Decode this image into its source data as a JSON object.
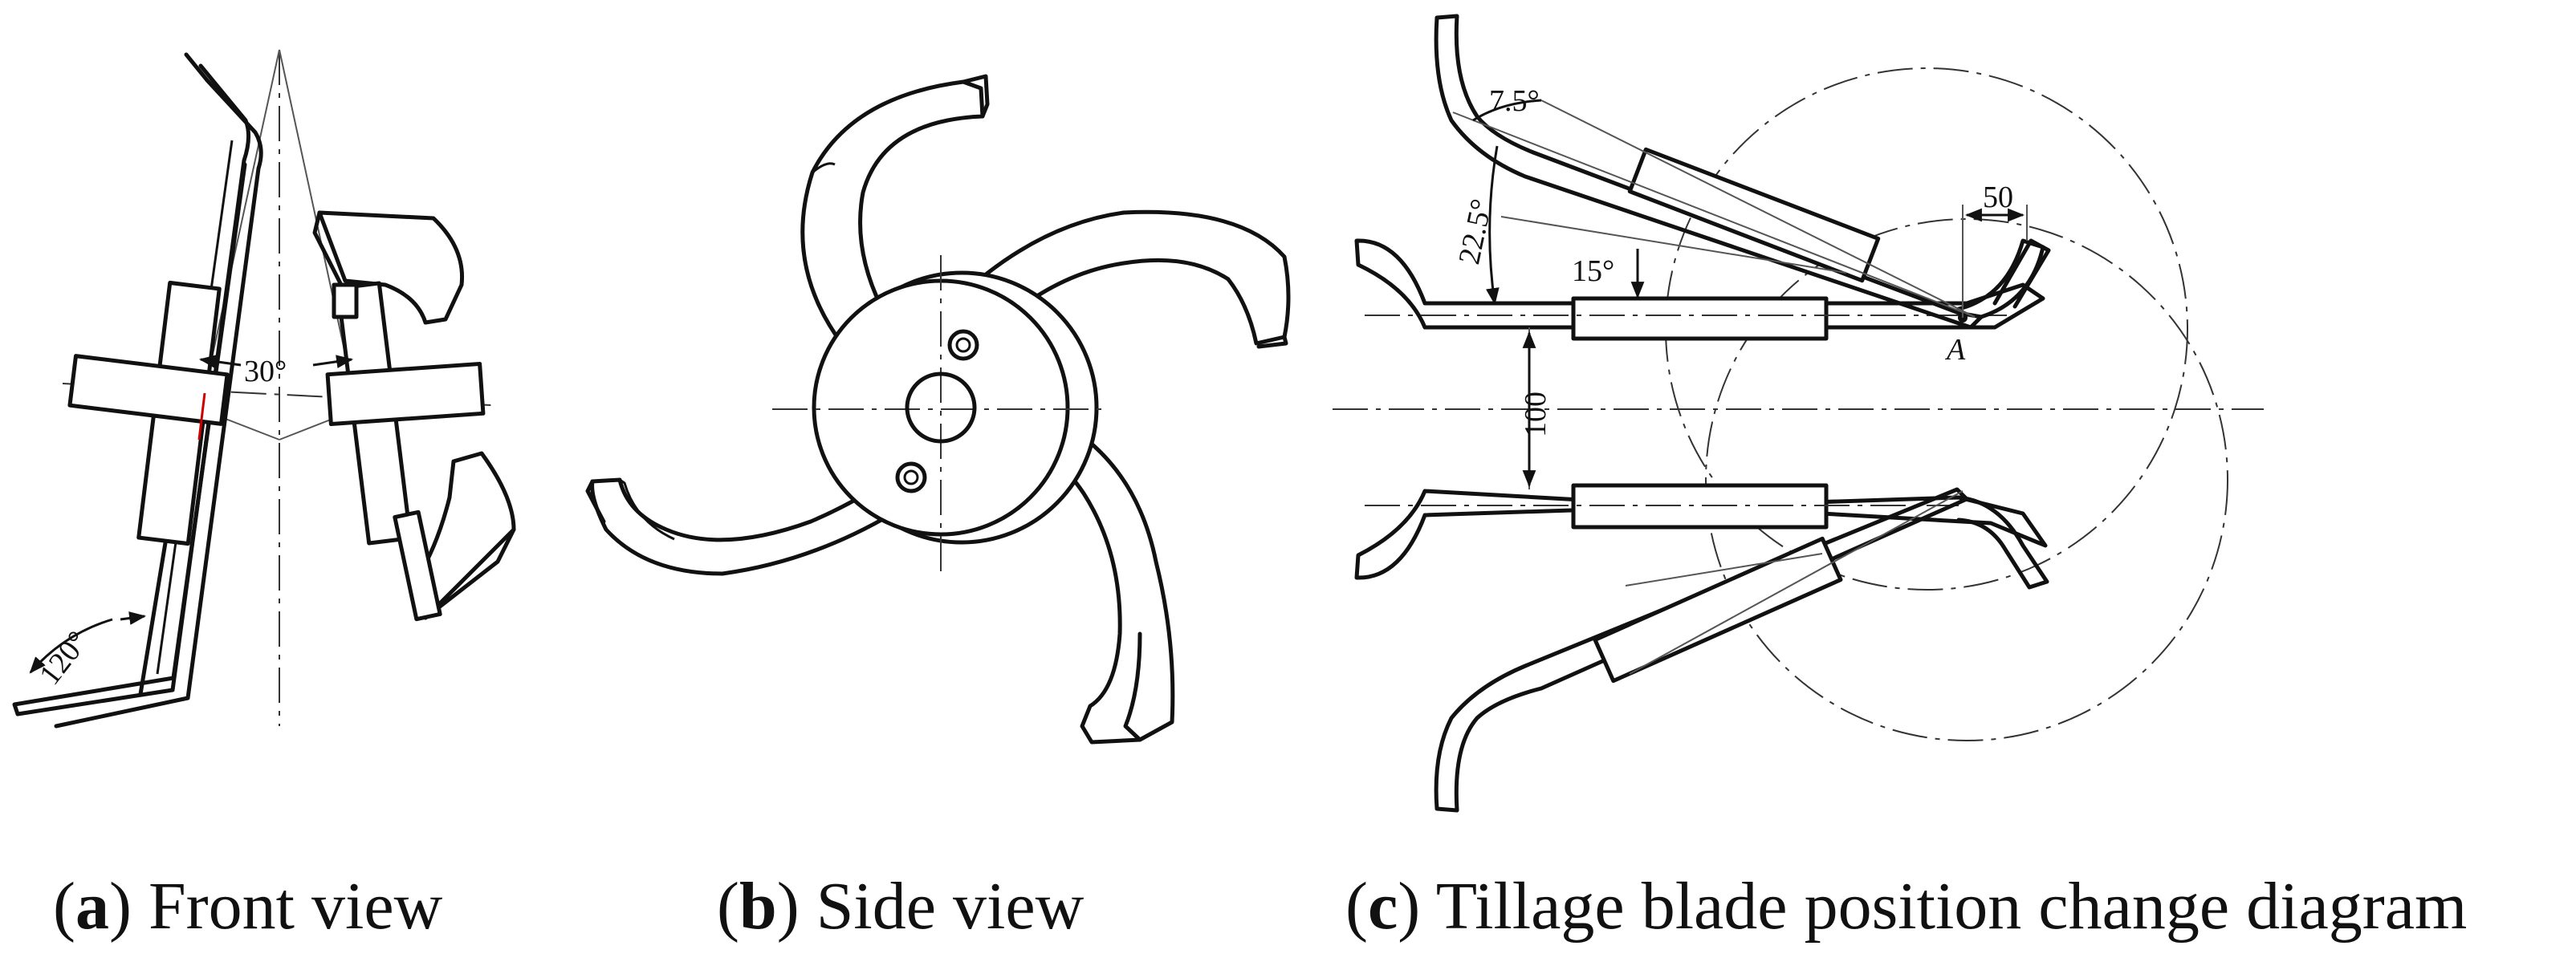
{
  "panels": {
    "a": {
      "letter": "a",
      "caption": "Front view",
      "angle_top": "30°",
      "angle_bottom": "120°"
    },
    "b": {
      "letter": "b",
      "caption": "Side view"
    },
    "c": {
      "letter": "c",
      "caption": "Tillage blade position change diagram",
      "angle_1": "7.5°",
      "angle_2": "22.5°",
      "angle_3": "15°",
      "dim_50": "50",
      "dim_100": "100",
      "point_label": "A"
    }
  }
}
